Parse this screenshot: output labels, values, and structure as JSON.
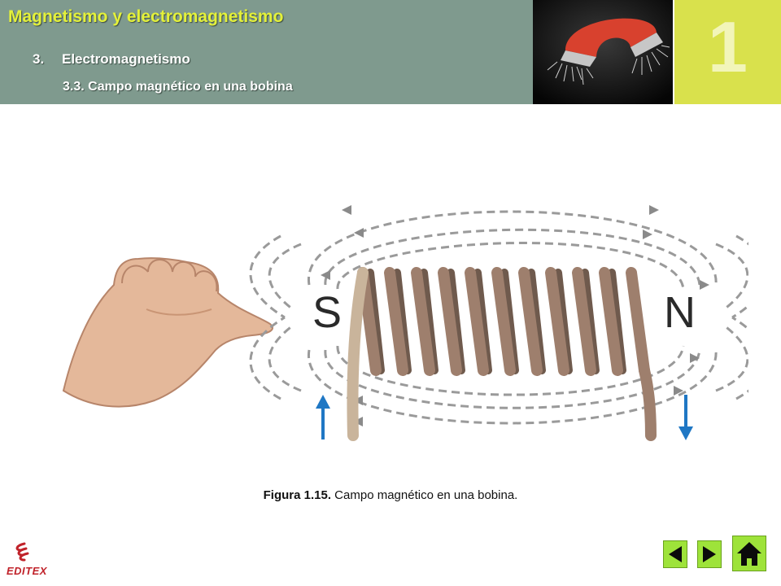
{
  "header": {
    "title": "Magnetismo y electromagnetismo",
    "section_number": "3.",
    "section_title": "Electromagnetismo",
    "subsection": "3.3. Campo magnético en una bobina",
    "chapter_number": "1"
  },
  "figure": {
    "pole_south": "S",
    "pole_north": "N",
    "caption_label": "Figura 1.15.",
    "caption_text": " Campo magnético en una bobina."
  },
  "logo": {
    "text": "EDITEX"
  },
  "colors": {
    "header_bg": "#7f9a8e",
    "title": "#e4f13a",
    "chapter_box": "#d9e14c",
    "coil": "#9e7f6d",
    "current_arrow": "#1f77c4",
    "field_lines": "#9a9a9a",
    "nav_green": "#9ee33a"
  },
  "navigation": {
    "prev_icon": "triangle-left-icon",
    "next_icon": "triangle-right-icon",
    "home_icon": "home-icon"
  }
}
